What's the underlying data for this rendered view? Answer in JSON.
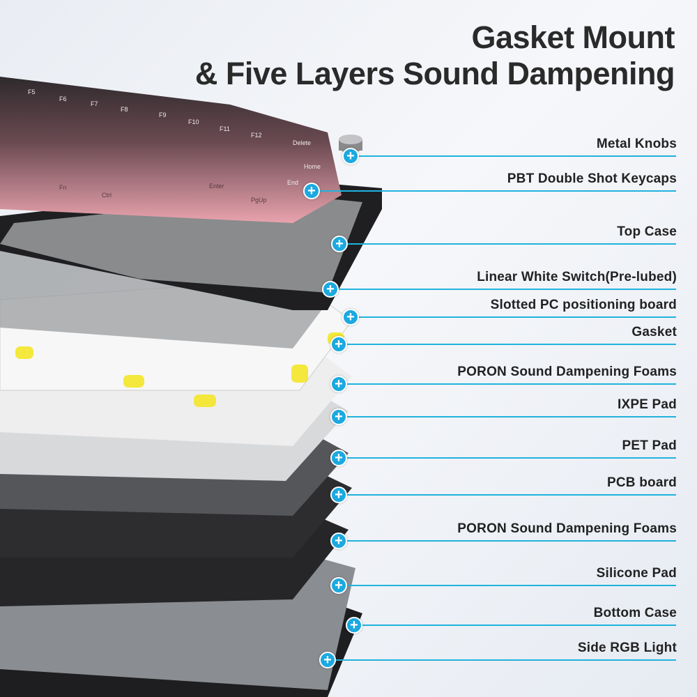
{
  "title": {
    "line1": "Gasket Mount",
    "line2": "& Five Layers Sound Dampening"
  },
  "colors": {
    "accent": "#1fb3dd",
    "keycap_pink": "#e9a3ad",
    "keycap_dark": "#3a3336"
  },
  "callouts": [
    {
      "label": "Metal Knobs",
      "icon": "plus-icon"
    },
    {
      "label": "PBT Double Shot Keycaps",
      "icon": "plus-icon"
    },
    {
      "label": "Top Case",
      "icon": "plus-icon"
    },
    {
      "label": "Linear White Switch(Pre-lubed)",
      "icon": "plus-icon"
    },
    {
      "label": "Slotted PC positioning board",
      "icon": "plus-icon"
    },
    {
      "label": "Gasket",
      "icon": "plus-icon"
    },
    {
      "label": "PORON Sound Dampening Foams",
      "icon": "plus-icon"
    },
    {
      "label": "IXPE Pad",
      "icon": "plus-icon"
    },
    {
      "label": "PET Pad",
      "icon": "plus-icon"
    },
    {
      "label": "PCB board",
      "icon": "plus-icon"
    },
    {
      "label": "PORON Sound Dampening Foams",
      "icon": "plus-icon"
    },
    {
      "label": "Silicone Pad",
      "icon": "plus-icon"
    },
    {
      "label": "Bottom Case",
      "icon": "plus-icon"
    },
    {
      "label": "Side RGB Light",
      "icon": "plus-icon"
    }
  ],
  "keycaps": [
    "F5",
    "F6",
    "F7",
    "F8",
    "F9",
    "F10",
    "F11",
    "F12",
    "Delete",
    "Home",
    "End",
    "Fn",
    "Ctrl",
    "Enter",
    "PgUp"
  ]
}
